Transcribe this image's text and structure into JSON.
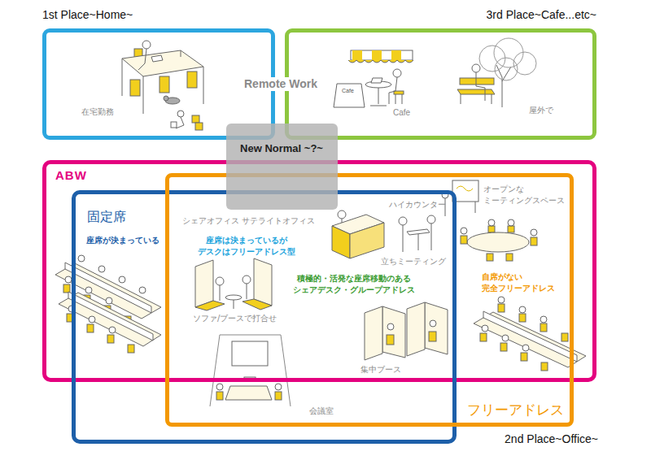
{
  "diagram": {
    "nodes": [
      {
        "text": [
          "1st Place~Home~",
          "在宅勤務"
        ]
      },
      {
        "text": [
          "3rd Place~Cafe...etc~",
          "Cafe",
          "屋外で"
        ]
      },
      {
        "text": [
          "New Normal ~?~"
        ]
      },
      {
        "text": [
          "ABW"
        ]
      },
      {
        "text": [
          "固定席",
          "座席が決まっている"
        ]
      },
      {
        "text": [
          "フリーアドレス"
        ]
      }
    ],
    "labels": [
      "Remote Work",
      "Cafe",
      "シェアオフィス サテライトオフィス",
      "座席は決まっているが デスクはフリーアドレス型",
      "積極的・活発な座席移動のある シェアデスク・グループアドレス",
      "ハイカウンター",
      "オープンな ミーティングスペース",
      "立ちミーティング",
      "ソファ/ブースで打合せ",
      "集中ブース",
      "会議室",
      "自席がない 完全フリーアドレス",
      "2nd Place~Office~"
    ]
  }
}
